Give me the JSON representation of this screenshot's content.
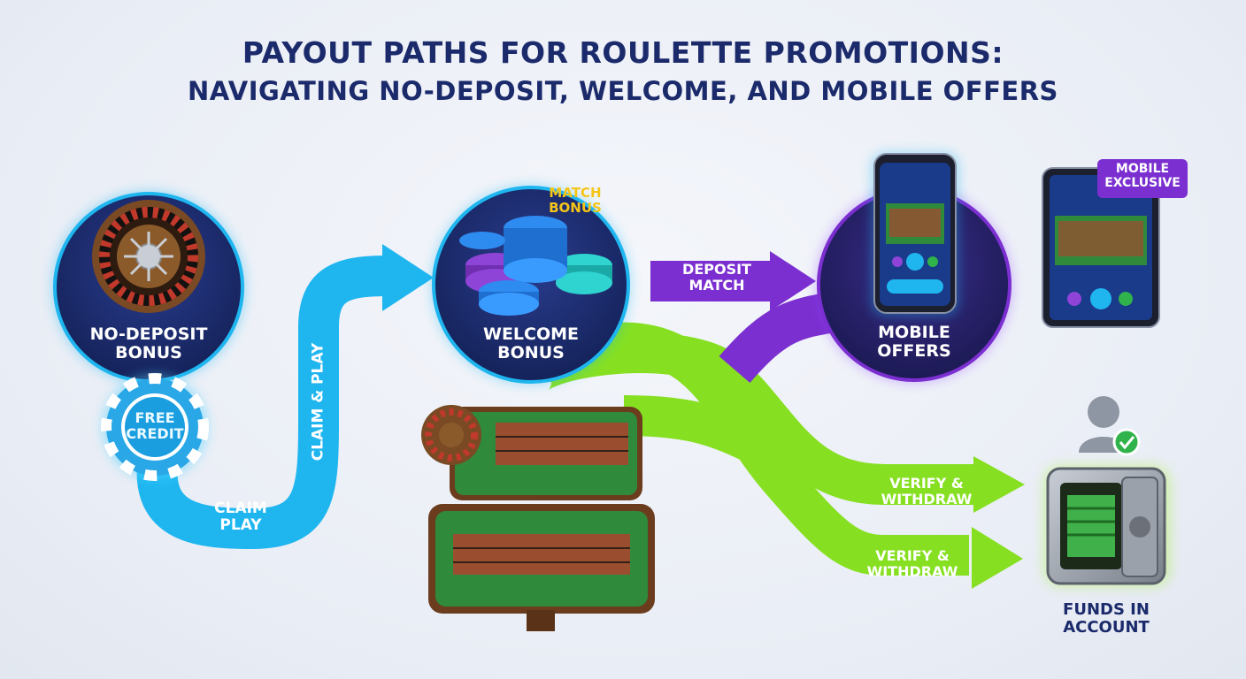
{
  "title": {
    "line1": "PAYOUT PATHS FOR ROULETTE PROMOTIONS:",
    "line2": "NAVIGATING NO-DEPOSIT, WELCOME, AND MOBILE OFFERS"
  },
  "nodes": {
    "no_deposit": {
      "line1": "NO-DEPOSIT",
      "line2": "BONUS"
    },
    "welcome": {
      "line1": "WELCOME",
      "line2": "BONUS"
    },
    "mobile": {
      "line1": "MOBILE",
      "line2": "OFFERS"
    },
    "funds": {
      "line1": "FUNDS IN",
      "line2": "ACCOUNT"
    }
  },
  "badges": {
    "free_credit": {
      "line1": "FREE",
      "line2": "CREDIT"
    },
    "match_bonus": {
      "line1": "MATCH",
      "line2": "BONUS"
    },
    "mobile_exclusive": {
      "line1": "MOBILE",
      "line2": "EXCLUSIVE"
    }
  },
  "arrows": {
    "claim_vertical": "CLAIM & PLAY",
    "claim_bottom": {
      "line1": "CLAIM",
      "line2": "PLAY"
    },
    "deposit_match": {
      "line1": "DEPOSIT",
      "line2": "MATCH"
    },
    "verify_1": {
      "line1": "VERIFY &",
      "line2": "WITHDRAW"
    },
    "verify_2": {
      "line1": "VERIFY &",
      "line2": "WITHDRAW"
    }
  },
  "colors": {
    "navy": "#1b2a6b",
    "blue_path": "#1fb6f0",
    "purple_path": "#7b2fd0",
    "green_path": "#86e021",
    "felt": "#2f8a3c"
  },
  "icons": [
    "roulette-wheel-icon",
    "poker-chips-icon",
    "smartphone-icon",
    "tablet-icon",
    "roulette-table-icon",
    "vault-icon",
    "user-check-icon"
  ]
}
